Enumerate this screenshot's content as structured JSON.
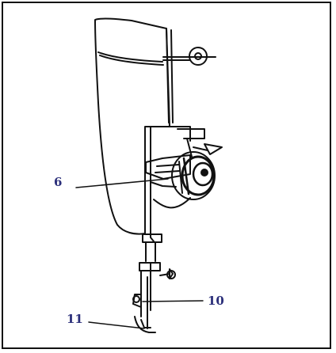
{
  "figure": {
    "callouts": [
      {
        "id": "6",
        "label": "6"
      },
      {
        "id": "10",
        "label": "10"
      },
      {
        "id": "11",
        "label": "11"
      }
    ],
    "label_color": "#2b2f7a",
    "line_color": "#111111"
  }
}
